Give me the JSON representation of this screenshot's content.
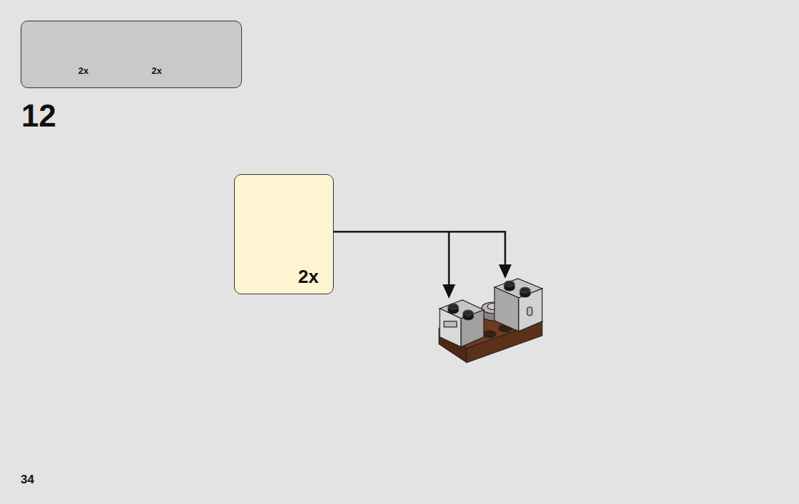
{
  "diagram": {
    "nodes": [
      {
        "text": [
          "2x",
          "2x"
        ]
      },
      {
        "text": [
          "2x"
        ]
      }
    ],
    "labels": [
      "12",
      "34"
    ]
  }
}
